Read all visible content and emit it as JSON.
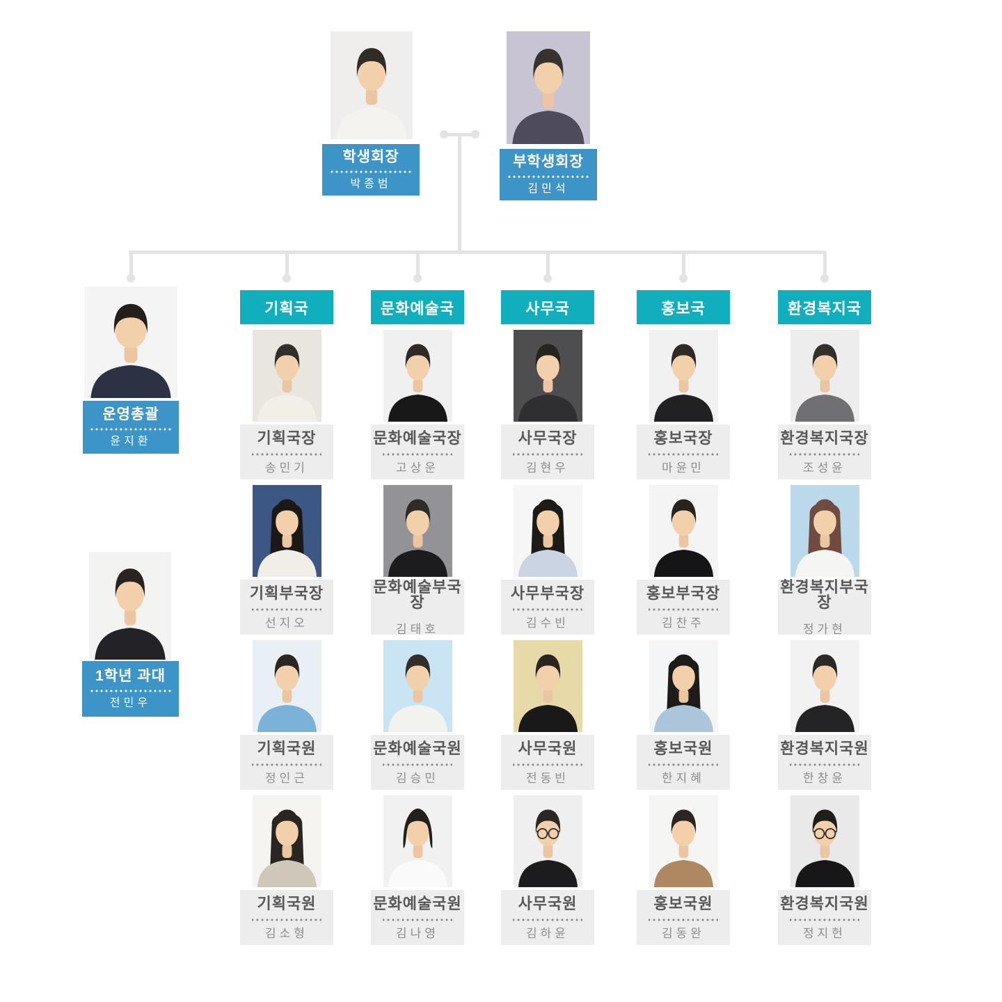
{
  "colors": {
    "primary_blue": "#3D94C7",
    "teal": "#11AFBE",
    "label_grey": "#EDEDED",
    "connector": "#E3E3E3",
    "title_grey": "#575757",
    "name_grey": "#8C8C8C"
  },
  "leadership": [
    {
      "title": "학생회장",
      "name": "박종범",
      "photo": {
        "bg": "#EFEEEC",
        "shirt": "#F4F3F0",
        "hair": "#322C28"
      }
    },
    {
      "title": "부학생회장",
      "name": "김민석",
      "photo": {
        "bg": "#C8C4D3",
        "shirt": "#4E4B5C",
        "hair": "#37322E"
      }
    }
  ],
  "staff": [
    {
      "title": "운영총괄",
      "name": "윤지환",
      "photo": {
        "bg": "#F4F4F4",
        "shirt": "#2C3144",
        "hair": "#241F1C"
      }
    },
    {
      "title": "1학년 과대",
      "name": "전민우",
      "photo": {
        "bg": "#F3F3F2",
        "shirt": "#232327",
        "hair": "#29241F"
      }
    }
  ],
  "departments": [
    {
      "label": "기획국",
      "members": [
        {
          "title": "기획국장",
          "name": "송민기",
          "photo": {
            "bg": "#E9E6E0",
            "shirt": "#F2EFE8",
            "hair": "#332E29"
          }
        },
        {
          "title": "기획부국장",
          "name": "선지오",
          "photo": {
            "bg": "#3C5783",
            "shirt": "#F1EEE7",
            "hair": "#1B1916",
            "style": "long"
          }
        },
        {
          "title": "기획국원",
          "name": "정인근",
          "photo": {
            "bg": "#E9F0F5",
            "shirt": "#7AB2D8",
            "hair": "#2B2622"
          }
        },
        {
          "title": "기획국원",
          "name": "김소형",
          "photo": {
            "bg": "#F6F4F0",
            "shirt": "#CFC7BA",
            "hair": "#2A2521",
            "style": "long"
          }
        }
      ]
    },
    {
      "label": "문화예술국",
      "members": [
        {
          "title": "문화예술국장",
          "name": "고상운",
          "photo": {
            "bg": "#F0F0F0",
            "shirt": "#181818",
            "hair": "#2F2A25"
          }
        },
        {
          "title": "문화예술부국장",
          "name": "김태호",
          "photo": {
            "bg": "#939296",
            "shirt": "#1C1C1E",
            "hair": "#2F2B26"
          }
        },
        {
          "title": "문화예술국원",
          "name": "김승민",
          "photo": {
            "bg": "#C9E5F3",
            "shirt": "#F2F2EF",
            "hair": "#332E29"
          }
        },
        {
          "title": "문화예술국원",
          "name": "김나영",
          "photo": {
            "bg": "#F1F1F1",
            "shirt": "#FAFAFA",
            "hair": "#221F1C",
            "style": "bob"
          }
        }
      ]
    },
    {
      "label": "사무국",
      "members": [
        {
          "title": "사무국장",
          "name": "김현우",
          "photo": {
            "bg": "#4E4E50",
            "shirt": "#2F2F31",
            "hair": "#27231F"
          }
        },
        {
          "title": "사무부국장",
          "name": "김수빈",
          "photo": {
            "bg": "#F6F6F6",
            "shirt": "#CAD4E2",
            "hair": "#1D1B18",
            "style": "long"
          }
        },
        {
          "title": "사무국원",
          "name": "전동빈",
          "photo": {
            "bg": "#E7DAA8",
            "shirt": "#191919",
            "hair": "#2A2520"
          }
        },
        {
          "title": "사무국원",
          "name": "김하윤",
          "photo": {
            "bg": "#EFEFEF",
            "shirt": "#1C1C1E",
            "hair": "#2C2723",
            "glasses": true
          }
        }
      ]
    },
    {
      "label": "홍보국",
      "members": [
        {
          "title": "홍보국장",
          "name": "마윤민",
          "photo": {
            "bg": "#F1F1F1",
            "shirt": "#212123",
            "hair": "#2F2A26"
          }
        },
        {
          "title": "홍보부국장",
          "name": "김찬주",
          "photo": {
            "bg": "#F4F4F4",
            "shirt": "#151517",
            "hair": "#27231F"
          }
        },
        {
          "title": "홍보국원",
          "name": "한지혜",
          "photo": {
            "bg": "#F3F5F7",
            "shirt": "#ABC5DB",
            "hair": "#1E1C19",
            "style": "long"
          }
        },
        {
          "title": "홍보국원",
          "name": "김동완",
          "photo": {
            "bg": "#F5F5F4",
            "shirt": "#AE8861",
            "hair": "#2B2622"
          }
        }
      ]
    },
    {
      "label": "환경복지국",
      "members": [
        {
          "title": "환경복지국장",
          "name": "조성윤",
          "photo": {
            "bg": "#EDEDED",
            "shirt": "#706F74",
            "hair": "#332F2A"
          }
        },
        {
          "title": "환경복지부국장",
          "name": "정가현",
          "photo": {
            "bg": "#BBD9EA",
            "shirt": "#F5F5F4",
            "hair": "#6F4B40",
            "style": "long"
          }
        },
        {
          "title": "환경복지국원",
          "name": "한창윤",
          "photo": {
            "bg": "#F2F2F2",
            "shirt": "#242426",
            "hair": "#2C2824"
          }
        },
        {
          "title": "환경복지국원",
          "name": "정지헌",
          "photo": {
            "bg": "#E9E9E9",
            "shirt": "#171719",
            "hair": "#211D1A",
            "glasses": true
          }
        }
      ]
    }
  ]
}
